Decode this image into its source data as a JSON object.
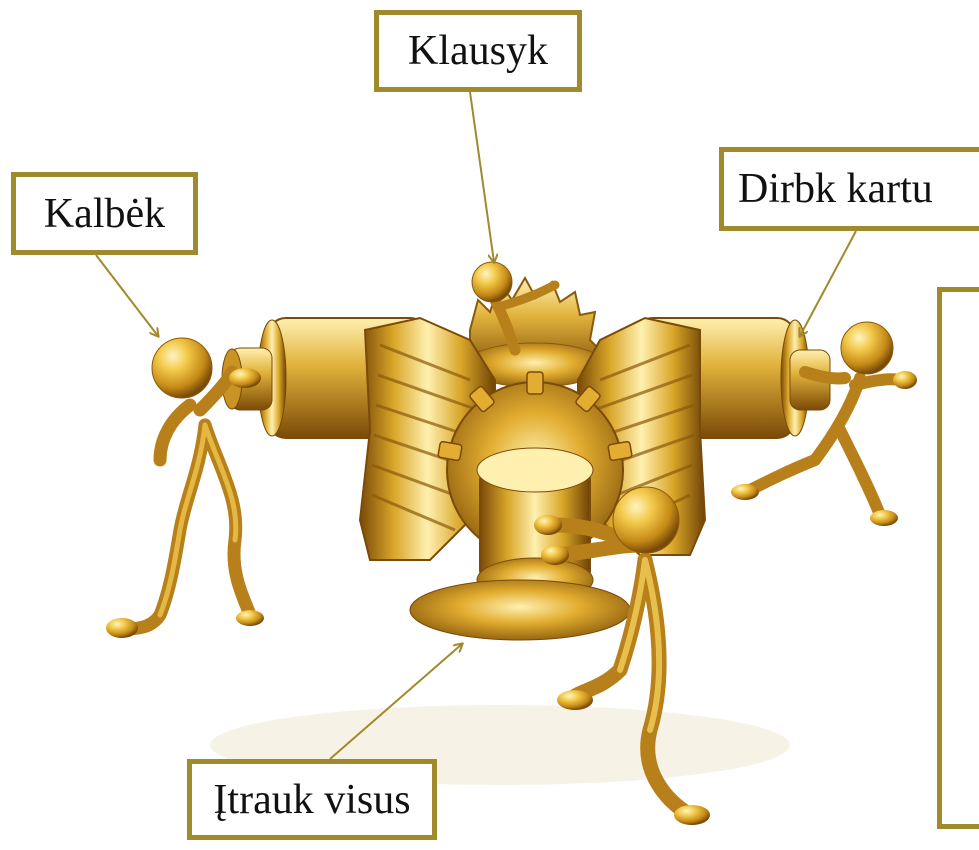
{
  "labels": {
    "klausyk": "Klausyk",
    "kalbek": "Kalbėk",
    "dirbk_kartu": "Dirbk kartu",
    "itrauk_visus": "Įtrauk visus"
  },
  "colors": {
    "frame": "#a08a2c",
    "arrow": "#a08a2c",
    "gold_light": "#fbe08a",
    "gold_mid": "#d9a628",
    "gold_dark": "#8a5a0c"
  },
  "icons": [
    "gold-figure",
    "gear-assembly"
  ]
}
